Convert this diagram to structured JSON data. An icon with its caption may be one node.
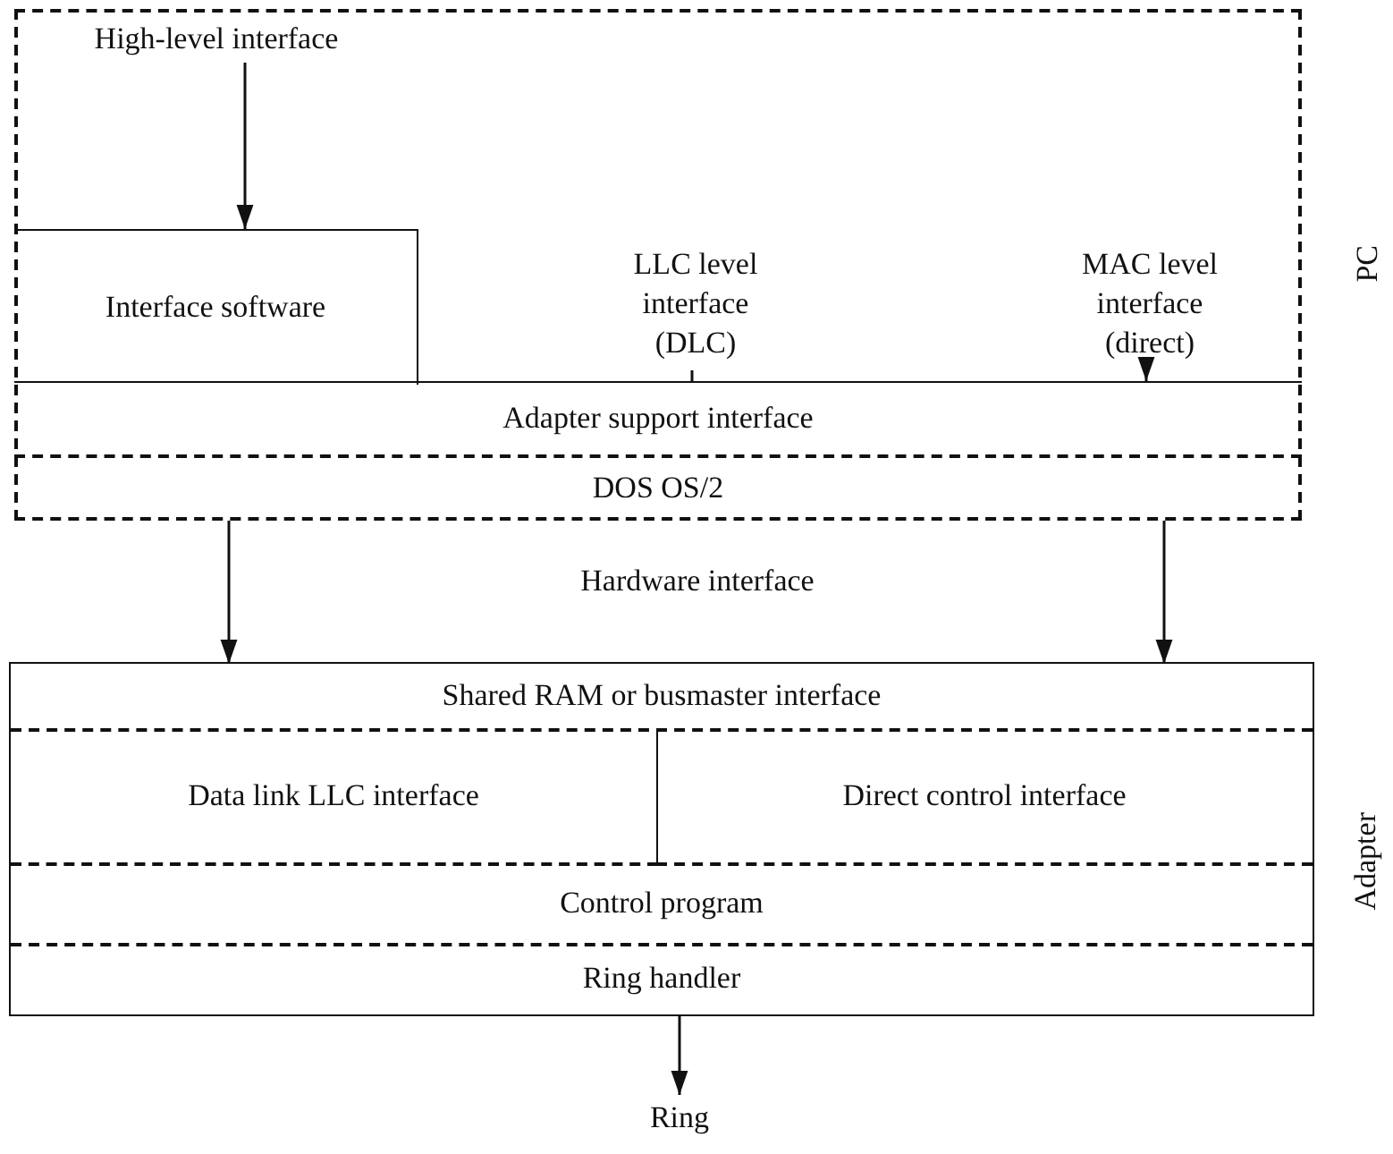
{
  "diagram": {
    "nodes": [
      {
        "text": [
          "PC"
        ]
      },
      {
        "text": [
          "High-level interface"
        ],
        "in": 0
      },
      {
        "text": [
          "Interface software"
        ],
        "in": 0
      },
      {
        "text": [
          "LLC level interface (DLC)"
        ],
        "in": 0
      },
      {
        "text": [
          "MAC level interface (direct)"
        ],
        "in": 0
      },
      {
        "text": [
          "Adapter support interface"
        ],
        "in": 0
      },
      {
        "text": [
          "DOS OS/2"
        ],
        "in": 0
      },
      {
        "text": [
          "Adapter"
        ]
      },
      {
        "text": [
          "Shared RAM or busmaster interface"
        ],
        "in": 7
      },
      {
        "text": [
          "Data link LLC interface"
        ],
        "in": 7
      },
      {
        "text": [
          "Direct control interface"
        ],
        "in": 7
      },
      {
        "text": [
          "Control program"
        ],
        "in": 7
      },
      {
        "text": [
          "Ring handler"
        ],
        "in": 7
      },
      {
        "text": [
          "Ring"
        ]
      }
    ],
    "edges": [
      {
        "from": 1,
        "to": 2,
        "arrow": "to"
      },
      {
        "from": 3,
        "to": 5,
        "arrow": "none"
      },
      {
        "from": 4,
        "to": 5,
        "arrow": "to"
      },
      {
        "from": 0,
        "to": 8,
        "arrow": "to"
      },
      {
        "from": 0,
        "to": 8,
        "arrow": "to"
      },
      {
        "from": 12,
        "to": 13,
        "arrow": "to"
      }
    ],
    "labels": [
      "Hardware interface"
    ]
  }
}
